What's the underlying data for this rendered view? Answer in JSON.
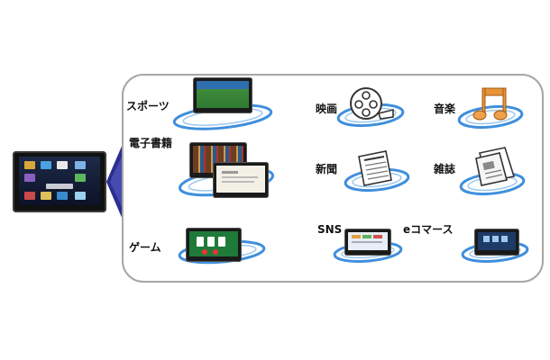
{
  "categories": {
    "sports": {
      "label": "スポーツ",
      "icon": "tablet-sports-icon"
    },
    "ebooks": {
      "label": "電子書籍",
      "icon": "tablet-ebook-icon"
    },
    "games": {
      "label": "ゲーム",
      "icon": "tablet-game-icon"
    },
    "movies": {
      "label": "映画",
      "icon": "film-reel-icon"
    },
    "music": {
      "label": "音楽",
      "icon": "music-note-icon"
    },
    "news": {
      "label": "新聞",
      "icon": "newspaper-icon"
    },
    "magazines": {
      "label": "雑誌",
      "icon": "magazine-icon"
    },
    "sns": {
      "label": "SNS",
      "icon": "tablet-sns-icon"
    },
    "ecommerce": {
      "label": "eコマース",
      "icon": "tablet-ecommerce-icon"
    }
  },
  "colors": {
    "panel_border": "#a6a6a6",
    "swoosh": "#3f8fdc",
    "pointer": "#2b2f8f"
  }
}
